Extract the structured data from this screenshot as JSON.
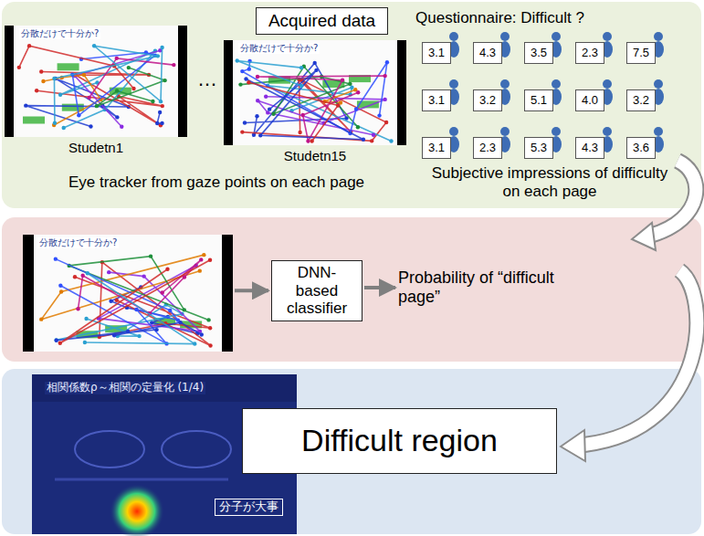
{
  "diagram": {
    "nodes": [
      {
        "text": [
          "Acquired data"
        ]
      },
      {
        "text": [
          "分散だけで十分か?",
          "Studetn1"
        ]
      },
      {
        "text": [
          "分散だけで十分か?",
          "Studetn15"
        ]
      },
      {
        "text": [
          "3.1"
        ]
      },
      {
        "text": [
          "4.3"
        ]
      },
      {
        "text": [
          "3.5"
        ]
      },
      {
        "text": [
          "2.3"
        ]
      },
      {
        "text": [
          "7.5"
        ]
      },
      {
        "text": [
          "3.1"
        ]
      },
      {
        "text": [
          "3.2"
        ]
      },
      {
        "text": [
          "5.1"
        ]
      },
      {
        "text": [
          "4.0"
        ]
      },
      {
        "text": [
          "3.2"
        ]
      },
      {
        "text": [
          "3.1"
        ]
      },
      {
        "text": [
          "2.3"
        ]
      },
      {
        "text": [
          "5.3"
        ]
      },
      {
        "text": [
          "4.3"
        ]
      },
      {
        "text": [
          "3.6"
        ]
      },
      {
        "text": [
          "分散だけで十分か?"
        ]
      },
      {
        "text": [
          "DNN-based classifier"
        ]
      },
      {
        "text": [
          "Probability of “difficult page”"
        ]
      },
      {
        "text": [
          "相関係数ρ～相関の定量化 (1/4)",
          "分子が大事"
        ]
      },
      {
        "text": [
          "Difficult region"
        ]
      }
    ],
    "edges": [
      {
        "from": 18,
        "to": 19,
        "arrow": "to"
      },
      {
        "from": 19,
        "to": 20,
        "arrow": "to"
      }
    ],
    "labels": [
      "Questionnaire: Difficult ?",
      "…",
      "Eye tracker from gaze points on each page",
      "Subjective impressions of difficulty on each page"
    ]
  }
}
